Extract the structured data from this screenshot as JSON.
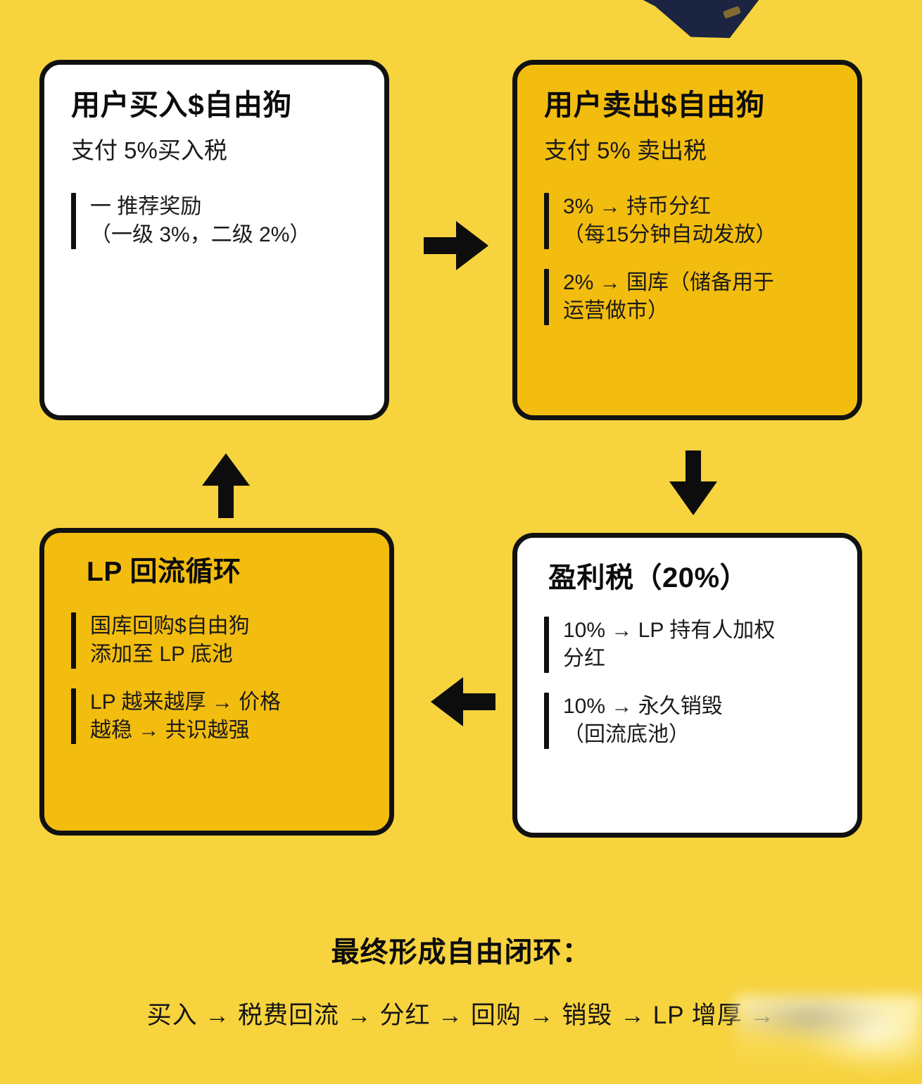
{
  "page": {
    "background_color": "#F7D33E",
    "box_gold_color": "#F3BD0F",
    "box_white_color": "#FFFFFF",
    "border_color": "#111111"
  },
  "nodes": {
    "buy": {
      "title": "用户买入$自由狗",
      "subtitle": "支付 5%买入税",
      "bullets": [
        "一 推荐奖励\n（一级 3%，二级 2%）"
      ]
    },
    "sell": {
      "title": "用户卖出$自由狗",
      "subtitle": "支付 5% 卖出税",
      "bullets": [
        "3% → 持币分红\n（每15分钟自动发放）",
        "2% → 国库（储备用于\n运营做市）"
      ]
    },
    "lp": {
      "title": "LP 回流循环",
      "bullets": [
        "国库回购$自由狗\n添加至 LP 底池",
        "LP 越来越厚 → 价格\n越稳 → 共识越强"
      ]
    },
    "profit": {
      "title": "盈利税（20%）",
      "bullets": [
        "10% → LP 持有人加权\n分红",
        "10% → 永久销毁\n（回流底池）"
      ]
    }
  },
  "arrows": {
    "buy_to_sell": "arrow-right",
    "sell_to_profit": "arrow-down",
    "profit_to_lp": "arrow-left",
    "lp_to_buy": "arrow-up"
  },
  "footer": {
    "title": "最终形成自由闭环：",
    "flow": "买入 → 税费回流 → 分红 → 回购 → 销毁 → LP 增厚 →"
  }
}
